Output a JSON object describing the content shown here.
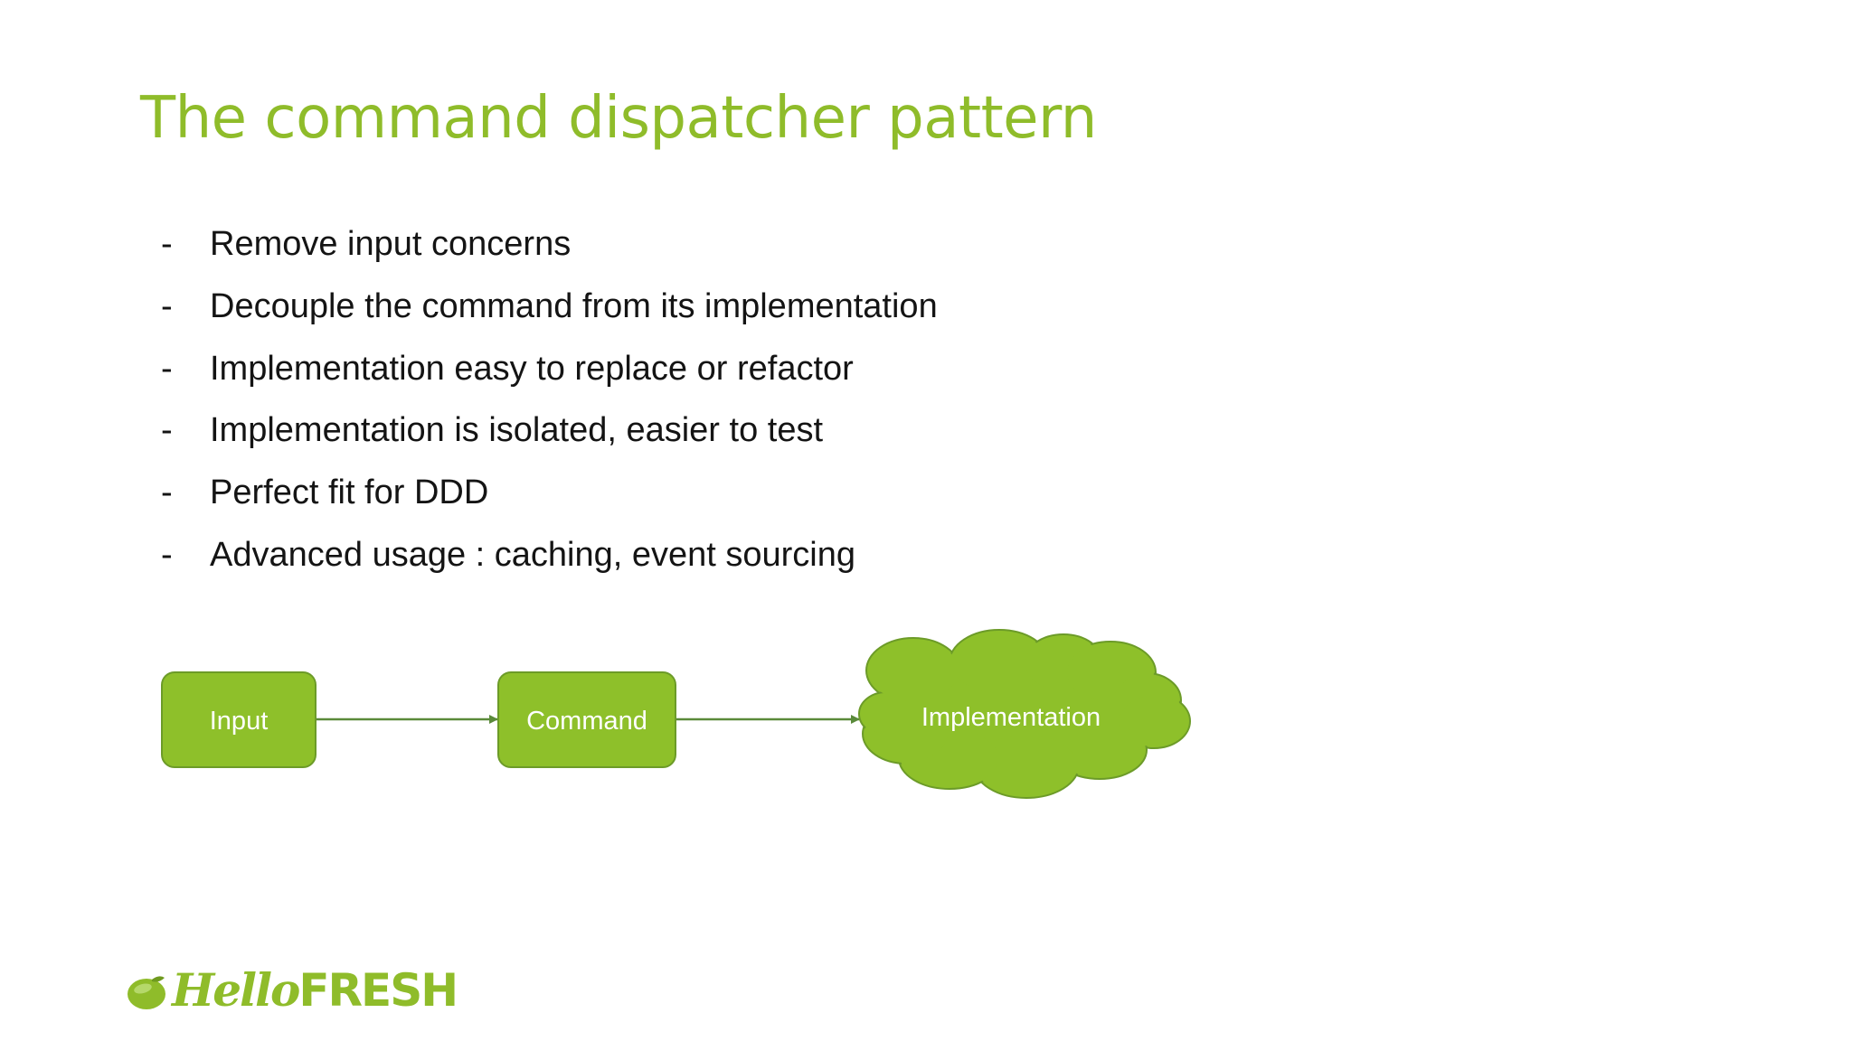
{
  "slide": {
    "title": "The command dispatcher pattern",
    "bullet_marker": "-",
    "bullets": [
      "Remove input concerns",
      "Decouple the command from its implementation",
      "Implementation easy to replace or refactor",
      "Implementation is isolated, easier to test",
      "Perfect fit for DDD",
      "Advanced usage : caching, event sourcing"
    ]
  },
  "diagram": {
    "nodes": {
      "input": "Input",
      "command": "Command",
      "implementation": "Implementation"
    }
  },
  "logo": {
    "hello": "Hello",
    "fresh": "FRESH",
    "icon": "lime-icon"
  },
  "colors": {
    "accent": "#8fbc2a",
    "node_fill": "#8ec02a",
    "node_stroke": "#6c9b28",
    "arrow": "#5a8a3a",
    "text": "#141414"
  }
}
